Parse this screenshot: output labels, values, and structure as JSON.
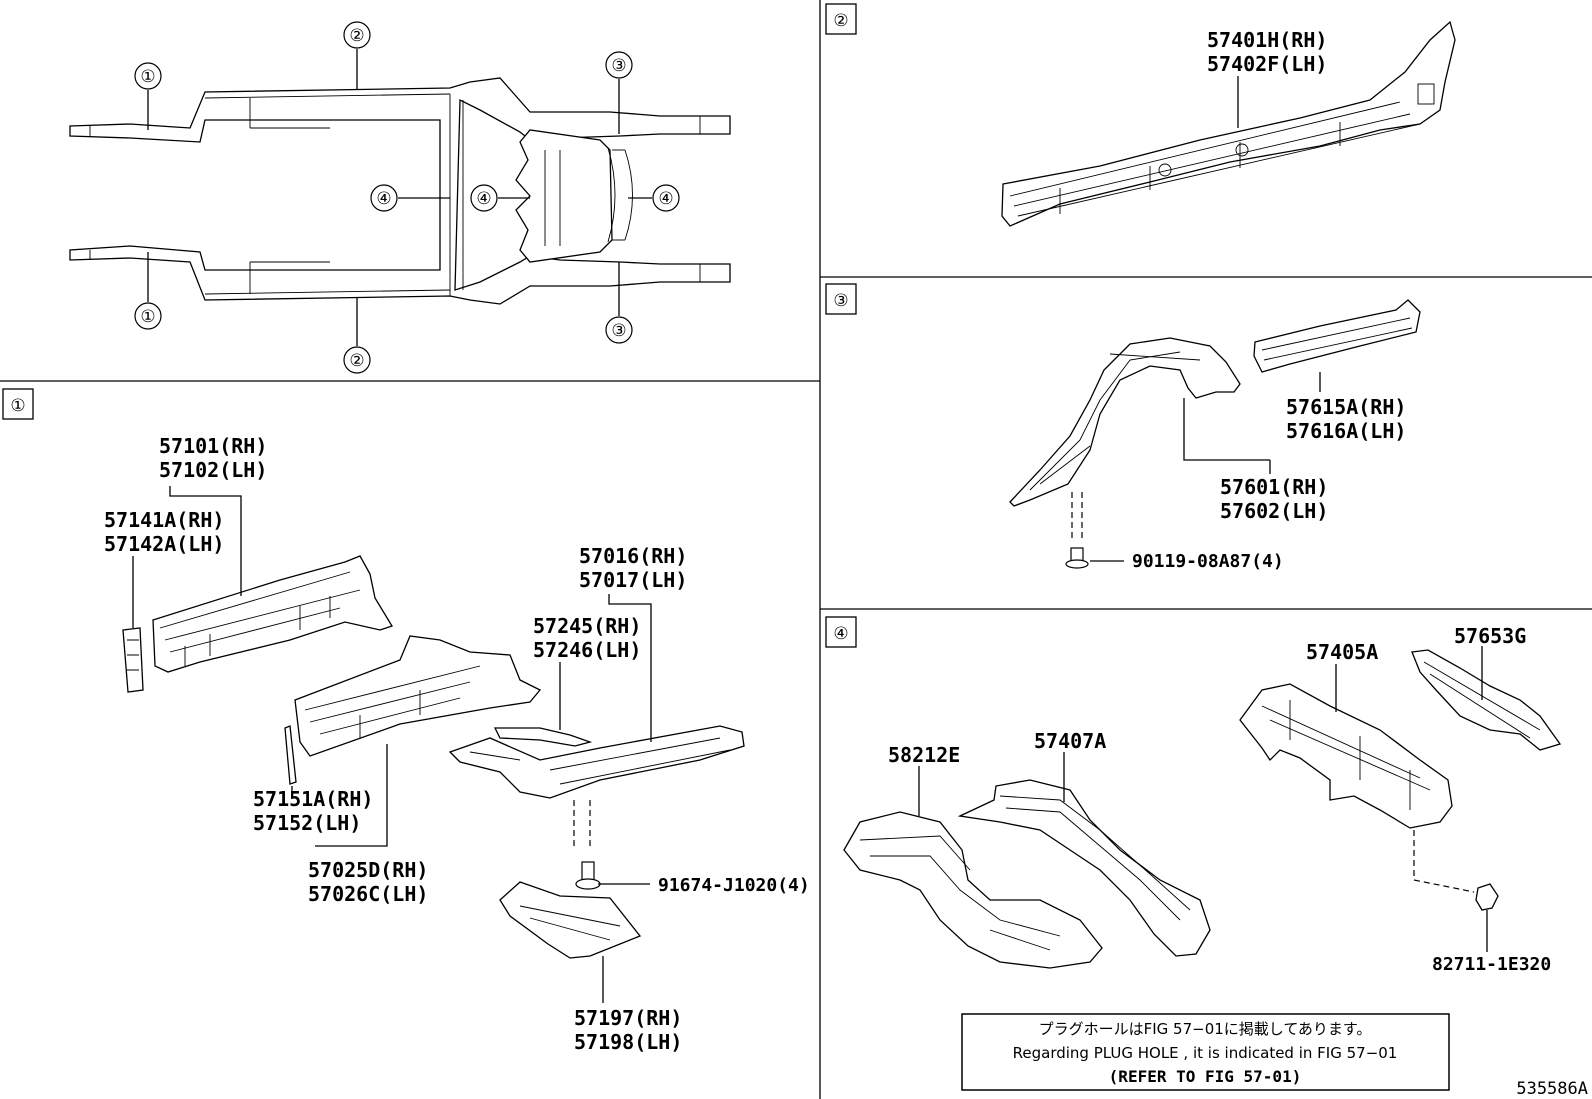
{
  "sections": [
    {
      "id": "1",
      "symbol": "①"
    },
    {
      "id": "2",
      "symbol": "②"
    },
    {
      "id": "3",
      "symbol": "③"
    },
    {
      "id": "4",
      "symbol": "④"
    }
  ],
  "overview_callouts": {
    "c1": "①",
    "c2": "②",
    "c3": "③",
    "c4": "④"
  },
  "parts": {
    "p57101": "57101(RH)",
    "p57102": "57102(LH)",
    "p57141A": "57141A(RH)",
    "p57142A": "57142A(LH)",
    "p57016": "57016(RH)",
    "p57017": "57017(LH)",
    "p57245": "57245(RH)",
    "p57246": "57246(LH)",
    "p57151A": "57151A(RH)",
    "p57152": "57152(LH)",
    "p57025D": "57025D(RH)",
    "p57026C": "57026C(LH)",
    "p91674": "91674-J1020(4)",
    "p57197": "57197(RH)",
    "p57198": "57198(LH)",
    "p57401H": "57401H(RH)",
    "p57402F": "57402F(LH)",
    "p57615A": "57615A(RH)",
    "p57616A": "57616A(LH)",
    "p57601": "57601(RH)",
    "p57602": "57602(LH)",
    "p90119": "90119-08A87(4)",
    "p57405A": "57405A",
    "p57653G": "57653G",
    "p58212E": "58212E",
    "p57407A": "57407A",
    "p82711": "82711-1E320"
  },
  "note": {
    "line1": "プラグホールはFIG 57−01に掲載してあります。",
    "line2": "Regarding  PLUG  HOLE , it is indicated in FIG  57−01",
    "line3": "(REFER TO FIG 57-01)"
  },
  "figure_id": "535586A"
}
